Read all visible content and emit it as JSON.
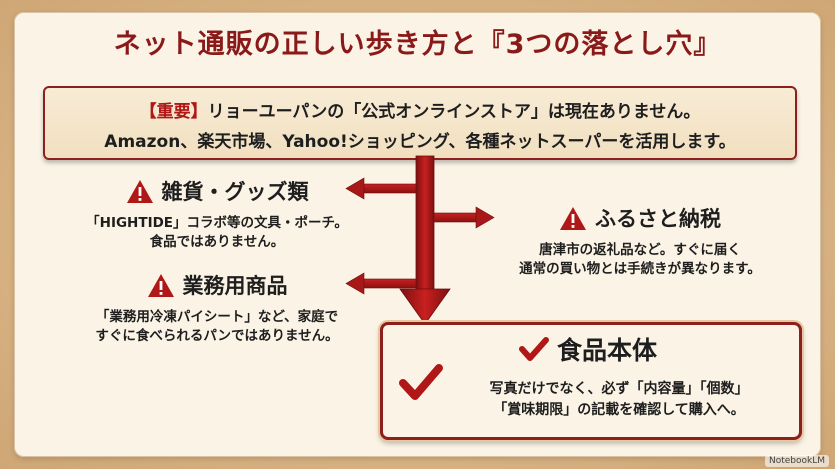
{
  "title": "ネット通販の正しい歩き方と『3つの落とし穴』",
  "notice": {
    "tag": "【重要】",
    "line1": "リョーユーパンの「公式オンラインストア」は現在ありません。",
    "line2": "Amazon、楽天市場、Yahoo!ショッピング、各種ネットスーパーを活用します。"
  },
  "items": [
    {
      "heading": "雑貨・グッズ類",
      "desc_line1": "「HIGHTIDE」コラボ等の文具・ポーチ。",
      "desc_line2": "食品ではありません。"
    },
    {
      "heading": "ふるさと納税",
      "desc_line1": "唐津市の返礼品など。すぐに届く",
      "desc_line2": "通常の買い物とは手続きが異なります。"
    },
    {
      "heading": "業務用商品",
      "desc_line1": "「業務用冷凍パイシート」など、家庭で",
      "desc_line2": "すぐに食べられるパンではありません。"
    }
  ],
  "food": {
    "heading": "食品本体",
    "desc_line1": "写真だけでなく、必ず「内容量」「個数」",
    "desc_line2": "「賞味期限」の記載を確認して購入へ。"
  },
  "watermark": "NotebookLM",
  "colors": {
    "accent": "#b01818",
    "border": "#8c1f1f",
    "background": "#fbf4e6"
  }
}
